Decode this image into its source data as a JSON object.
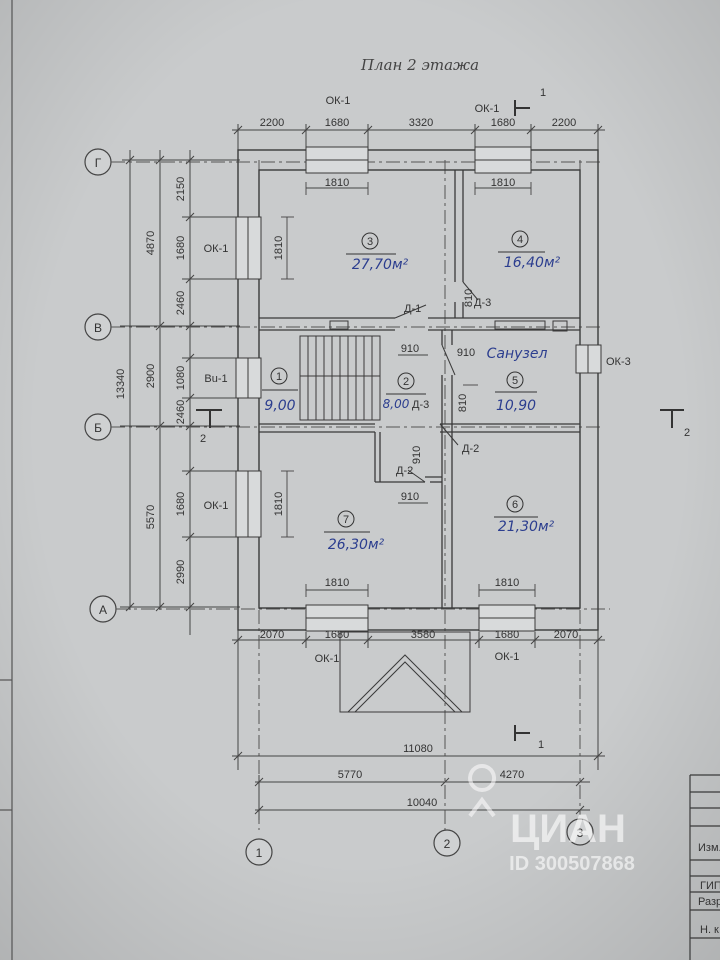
{
  "title": "План 2 этажа",
  "grid_axes": {
    "letters": [
      "Г",
      "В",
      "Б",
      "А"
    ],
    "numbers": [
      "1",
      "2",
      "3"
    ]
  },
  "section": {
    "mark": "1",
    "mark2": "2"
  },
  "windows": {
    "top_left": "ОК-1",
    "top_right": "ОК-1",
    "left_top": "ОК-1",
    "left_mid": "Вu-1",
    "left_bot": "ОК-1",
    "right": "ОК-3",
    "bot_left": "ОК-1",
    "bot_right": "ОК-1"
  },
  "doors": {
    "d1": "Д-1",
    "d3a": "Д-3",
    "d3b": "Д-3",
    "d2a": "Д-2",
    "d2b": "Д-2"
  },
  "dims": {
    "top": [
      "2200",
      "1680",
      "3320",
      "1680",
      "2200"
    ],
    "bottom": [
      "2070",
      "1680",
      "3580",
      "1680",
      "2070"
    ],
    "total": "11080",
    "sub_a": "5770",
    "sub_b": "4270",
    "sub_c": "10040",
    "left_outer": [
      "2150",
      "1680",
      "2460",
      "1080",
      "2460",
      "1680",
      "2990"
    ],
    "left_mid": [
      "4870",
      "2900",
      "5570"
    ],
    "left_total": "13340",
    "inner": {
      "w1": "1810",
      "w2": "1810",
      "w3": "1810",
      "w4": "1810",
      "w5": "1810",
      "w6": "1810",
      "d910a": "910",
      "d910b": "910",
      "d910c": "910",
      "d810a": "810",
      "d810b": "810",
      "d910v": "910"
    }
  },
  "rooms": [
    {
      "num": "3",
      "area": "27,70м²"
    },
    {
      "num": "4",
      "area": "16,40м²"
    },
    {
      "num": "1",
      "area": "9,00"
    },
    {
      "num": "2",
      "area": "8,00"
    },
    {
      "num": "5",
      "area": "10,90"
    },
    {
      "num": "7",
      "area": "26,30м²"
    },
    {
      "num": "6",
      "area": "21,30м²"
    }
  ],
  "bathroom_label": "Санузел",
  "stamp": {
    "r1": "Изм.",
    "r2": "ГИП",
    "r3": "Разр",
    "r4": "Н. к"
  },
  "watermark": {
    "brand": "ЦИАН",
    "id": "ID 300507868"
  },
  "colors": {
    "paper": "#c9cbcc",
    "ink": "#3a3a3a",
    "handwriting": "#2c3e8f"
  }
}
